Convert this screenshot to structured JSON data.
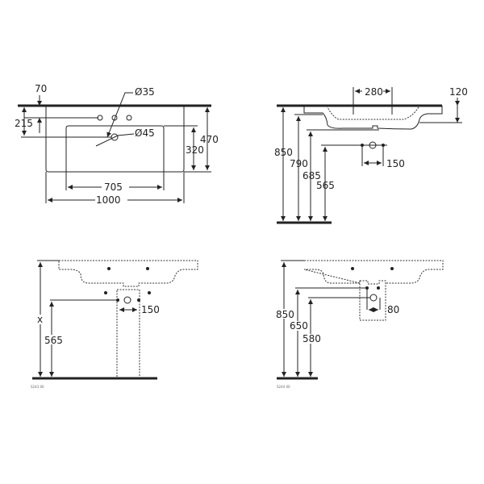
{
  "views": {
    "top_plan": {
      "dims": {
        "d70": "70",
        "d215": "215",
        "d35": "Ø35",
        "d45": "Ø45",
        "d320": "320",
        "d470": "470",
        "d705": "705",
        "d1000": "1000"
      }
    },
    "side_elevation": {
      "dims": {
        "d280": "280",
        "d120": "120",
        "d850": "850",
        "d790": "790",
        "d685": "685",
        "d565": "565",
        "d150": "150"
      }
    },
    "front_pedestal": {
      "dims": {
        "dx": "x",
        "d565": "565",
        "d150": "150"
      },
      "code": "S243 00"
    },
    "front_semipedestal": {
      "dims": {
        "d850": "850",
        "d650": "650",
        "d580": "580",
        "d80": "80"
      },
      "code": "S244 00"
    }
  },
  "colors": {
    "line": "#222222",
    "background": "#ffffff"
  }
}
